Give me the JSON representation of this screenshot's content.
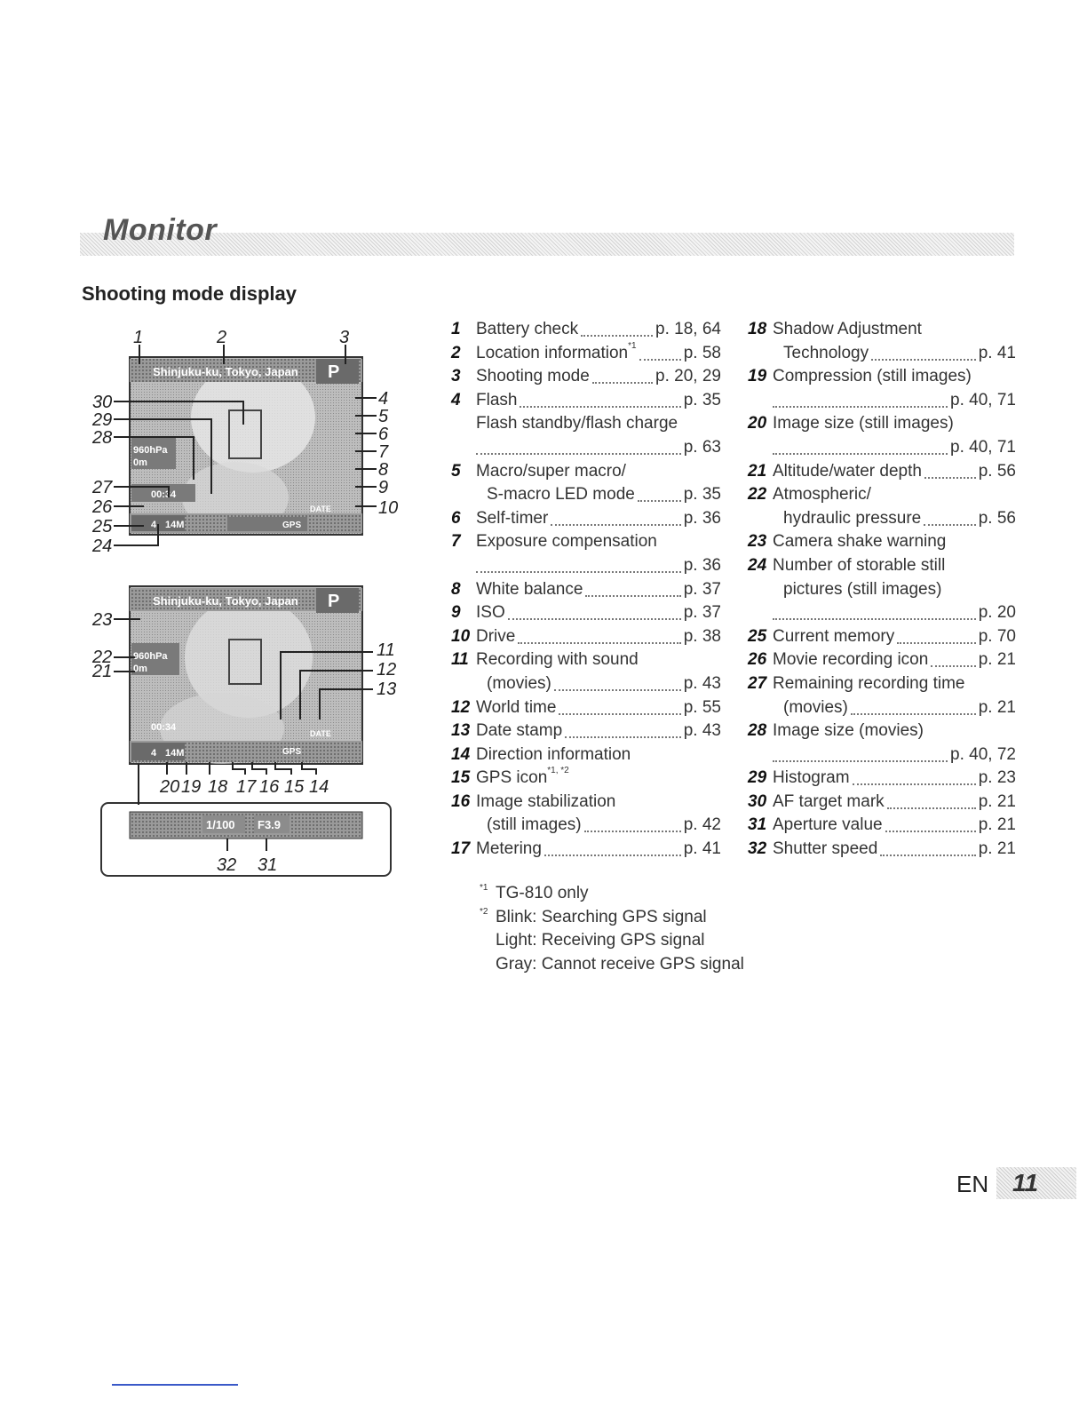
{
  "header": {
    "title": "Monitor"
  },
  "section_title": "Shooting mode display",
  "screen_text": {
    "location": "Shinjuku-ku, Tokyo, Japan",
    "mode": "P",
    "pressure": "960hPa",
    "altitude": "0m",
    "record_time": "00:34",
    "image_size": "14M",
    "shots": "4",
    "gps": "GPS",
    "date": "DATE",
    "shutter": "1/100",
    "aperture": "F3.9"
  },
  "callouts_top": [
    "1",
    "2",
    "3",
    "4",
    "5",
    "6",
    "7",
    "8",
    "9",
    "10",
    "30",
    "29",
    "28",
    "27",
    "26",
    "25",
    "24"
  ],
  "callouts_mid": [
    "23",
    "22",
    "21",
    "11",
    "12",
    "13",
    "20",
    "19",
    "18",
    "17",
    "16",
    "15",
    "14"
  ],
  "callouts_bottom": [
    "32",
    "31"
  ],
  "col1": [
    {
      "num": "1",
      "label": "Battery check",
      "ref": "p. 18, 64"
    },
    {
      "num": "2",
      "label": "Location information",
      "sup": "*1",
      "ref": "p. 58"
    },
    {
      "num": "3",
      "label": "Shooting mode",
      "ref": "p. 20, 29"
    },
    {
      "num": "4",
      "label": "Flash",
      "ref": "p. 35"
    },
    {
      "num": "",
      "label": "Flash standby/flash charge",
      "ref": ""
    },
    {
      "num": "",
      "label": "",
      "ref": "p. 63"
    },
    {
      "num": "5",
      "label": "Macro/super macro/",
      "ref": ""
    },
    {
      "num": "",
      "label": "S-macro LED mode",
      "ref": "p. 35",
      "indent": true
    },
    {
      "num": "6",
      "label": "Self-timer",
      "ref": "p. 36"
    },
    {
      "num": "7",
      "label": "Exposure compensation",
      "ref": ""
    },
    {
      "num": "",
      "label": "",
      "ref": "p. 36"
    },
    {
      "num": "8",
      "label": "White balance",
      "ref": "p. 37"
    },
    {
      "num": "9",
      "label": "ISO",
      "ref": "p. 37"
    },
    {
      "num": "10",
      "label": "Drive",
      "ref": "p. 38"
    },
    {
      "num": "11",
      "label": "Recording with sound",
      "ref": ""
    },
    {
      "num": "",
      "label": "(movies)",
      "ref": "p. 43",
      "indent": true
    },
    {
      "num": "12",
      "label": "World time",
      "ref": "p. 55"
    },
    {
      "num": "13",
      "label": "Date stamp",
      "ref": "p. 43"
    },
    {
      "num": "14",
      "label": "Direction information",
      "ref": ""
    },
    {
      "num": "15",
      "label": "GPS icon",
      "sup": "*1, *2",
      "ref": ""
    },
    {
      "num": "16",
      "label": "Image stabilization",
      "ref": ""
    },
    {
      "num": "",
      "label": "(still images)",
      "ref": "p. 42",
      "indent": true
    },
    {
      "num": "17",
      "label": "Metering",
      "ref": "p. 41"
    }
  ],
  "col2": [
    {
      "num": "18",
      "label": "Shadow Adjustment",
      "ref": ""
    },
    {
      "num": "",
      "label": "Technology",
      "ref": "p. 41",
      "indent": true
    },
    {
      "num": "19",
      "label": "Compression (still images)",
      "ref": ""
    },
    {
      "num": "",
      "label": "",
      "ref": "p. 40, 71"
    },
    {
      "num": "20",
      "label": "Image size (still images)",
      "ref": ""
    },
    {
      "num": "",
      "label": "",
      "ref": "p. 40, 71"
    },
    {
      "num": "21",
      "label": "Altitude/water depth",
      "ref": "p. 56"
    },
    {
      "num": "22",
      "label": "Atmospheric/",
      "ref": ""
    },
    {
      "num": "",
      "label": "hydraulic pressure",
      "ref": "p. 56",
      "indent": true
    },
    {
      "num": "23",
      "label": "Camera shake warning",
      "ref": ""
    },
    {
      "num": "24",
      "label": "Number of storable still",
      "ref": ""
    },
    {
      "num": "",
      "label": "pictures (still images)",
      "ref": "",
      "indent": true
    },
    {
      "num": "",
      "label": "",
      "ref": "p. 20"
    },
    {
      "num": "25",
      "label": "Current memory",
      "ref": "p. 70"
    },
    {
      "num": "26",
      "label": "Movie recording icon",
      "ref": "p. 21"
    },
    {
      "num": "27",
      "label": "Remaining recording time",
      "ref": ""
    },
    {
      "num": "",
      "label": "(movies)",
      "ref": "p. 21",
      "indent": true
    },
    {
      "num": "28",
      "label": "Image size (movies)",
      "ref": ""
    },
    {
      "num": "",
      "label": "",
      "ref": "p. 40, 72"
    },
    {
      "num": "29",
      "label": "Histogram",
      "ref": "p. 23"
    },
    {
      "num": "30",
      "label": "AF target mark",
      "ref": "p. 21"
    },
    {
      "num": "31",
      "label": "Aperture value",
      "ref": "p. 21"
    },
    {
      "num": "32",
      "label": "Shutter speed",
      "ref": "p. 21"
    }
  ],
  "notes": [
    {
      "mark": "*1",
      "text": "TG-810 only"
    },
    {
      "mark": "*2",
      "text": "Blink: Searching GPS signal"
    },
    {
      "mark": "",
      "text": "Light: Receiving GPS signal"
    },
    {
      "mark": "",
      "text": "Gray: Cannot receive GPS signal"
    }
  ],
  "footer": {
    "lang": "EN",
    "page": "11"
  }
}
